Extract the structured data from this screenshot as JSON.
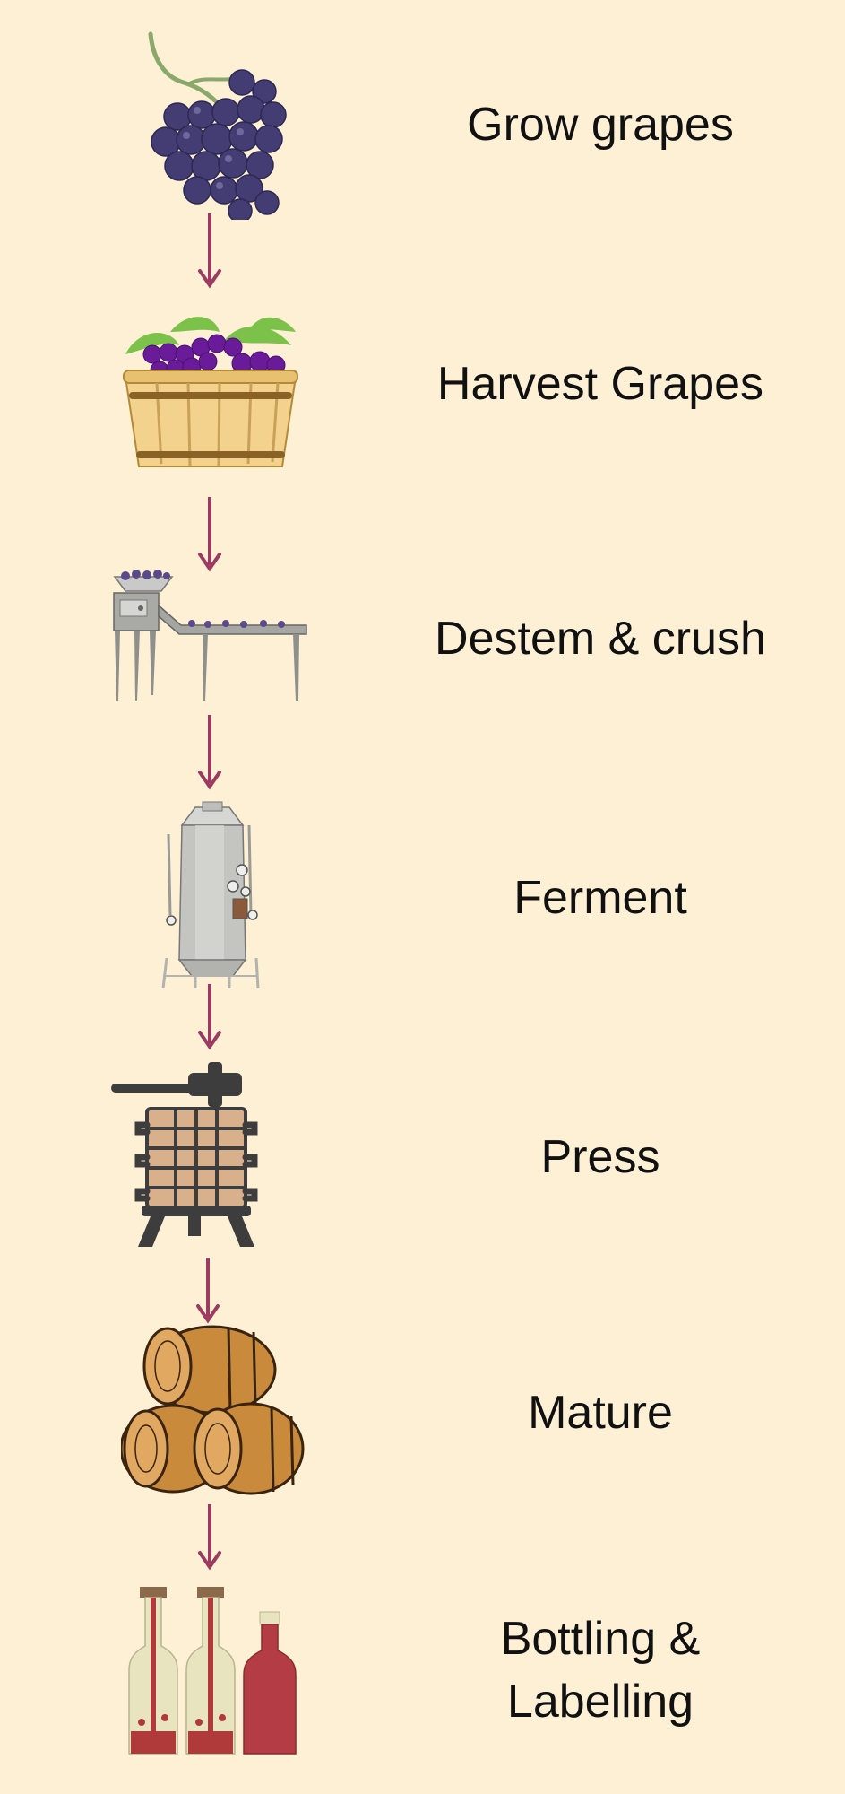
{
  "colors": {
    "background": "#fdf0d5",
    "arrow": "#9c3b62",
    "text": "#111111",
    "grape": "#3f3a6e",
    "grape_purple": "#6a1b9a",
    "wood": "#c98a3c",
    "steel": "#b9b9b6"
  },
  "steps": [
    {
      "label": "Grow grapes",
      "icon": "grapes-icon"
    },
    {
      "label": "Harvest Grapes",
      "icon": "harvest-basket-icon"
    },
    {
      "label": "Destem & crush",
      "icon": "destemmer-machine-icon"
    },
    {
      "label": "Ferment",
      "icon": "fermentation-tank-icon"
    },
    {
      "label": "Press",
      "icon": "wine-press-icon"
    },
    {
      "label": "Mature",
      "icon": "oak-barrels-icon"
    },
    {
      "label": "Bottling &\nLabelling",
      "icon": "wine-bottles-icon"
    }
  ]
}
